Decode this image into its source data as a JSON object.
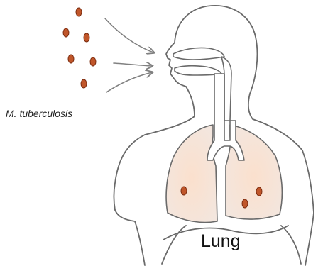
{
  "labels": {
    "bacteria": "M. tuberculosis",
    "organ": "Lung"
  },
  "colors": {
    "outline": "#6a6a6a",
    "bacteria_fill": "#c0562a",
    "bacteria_stroke": "#7a2c10",
    "lung_fill_center": "#fbe2d2",
    "lung_fill_edge": "#f4e8e0",
    "arrow": "#808080"
  },
  "icons": {
    "particle": "bacterium-dot",
    "inhalation": "arrow-icon"
  }
}
